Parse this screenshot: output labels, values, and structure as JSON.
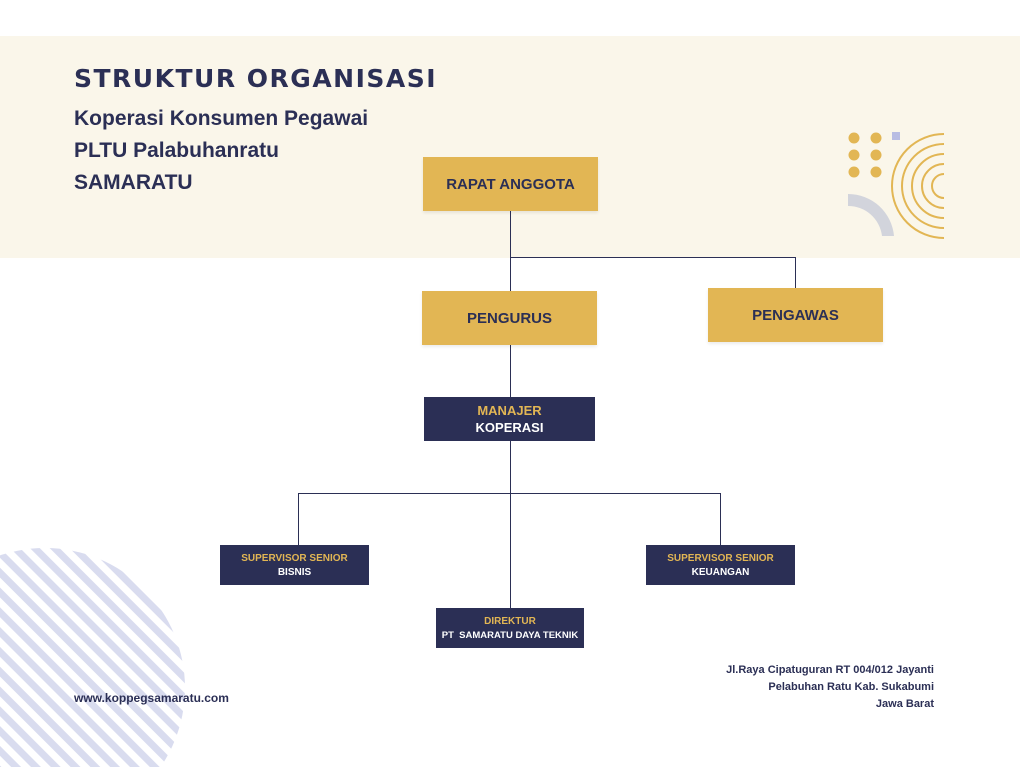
{
  "header": {
    "title": "STRUKTUR ORGANISASI",
    "subtitle_lines": [
      "Koperasi Konsumen Pegawai",
      "PLTU Palabuhanratu",
      "SAMARATU"
    ]
  },
  "nodes": {
    "rapat_anggota": "RAPAT ANGGOTA",
    "pengurus": "PENGURUS",
    "pengawas": "PENGAWAS",
    "manajer": {
      "role": "MANAJER",
      "name": "KOPERASI"
    },
    "supervisor_bisnis": {
      "role": "SUPERVISOR SENIOR",
      "name": "BISNIS"
    },
    "supervisor_keuangan": {
      "role": "SUPERVISOR SENIOR",
      "name": "KEUANGAN"
    },
    "direktur": {
      "role": "DIREKTUR",
      "name": "PT  SAMARATU DAYA TEKNIK"
    }
  },
  "footer": {
    "website": "www.koppegsamaratu.com",
    "address_lines": [
      "Jl.Raya Cipatuguran RT 004/012 Jayanti",
      "Pelabuhan Ratu Kab. Sukabumi",
      "Jawa Barat"
    ]
  },
  "colors": {
    "navy": "#2b2f55",
    "gold": "#e2b654",
    "cream": "#faf6ea",
    "stripe": "#d9dcef"
  }
}
